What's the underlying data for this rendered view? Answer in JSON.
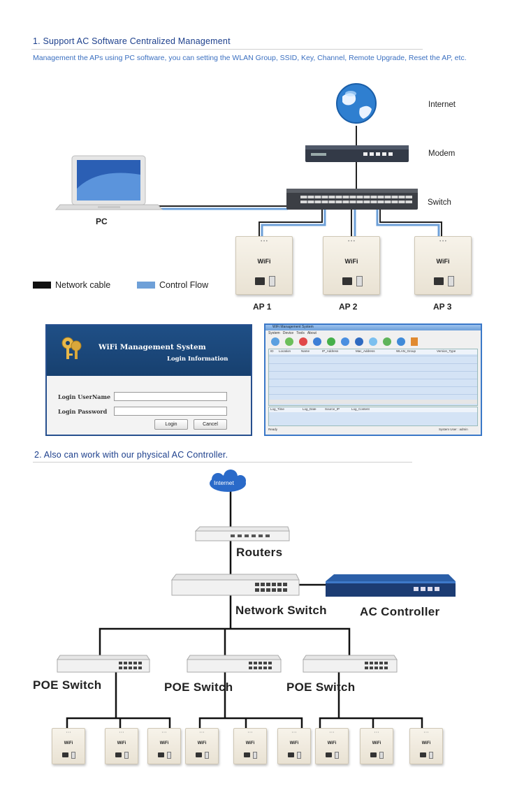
{
  "section1": {
    "heading": "1. Support AC Software Centralized Management",
    "subtext": "Management the APs using PC software, you can setting the WLAN Group, SSID, Key, Channel, Remote Upgrade, Reset the AP, etc."
  },
  "diagram1": {
    "internet": "Internet",
    "modem": "Modem",
    "switch": "Switch",
    "pc": "PC",
    "legend_cable": "Network cable",
    "legend_flow": "Control Flow",
    "aps": [
      "AP 1",
      "AP 2",
      "AP 3"
    ],
    "ap_plate_text": "WiFi",
    "colors": {
      "cable": "#111111",
      "control_flow": "#6ea0d8"
    }
  },
  "login_window": {
    "title": "WiFi Management System",
    "subtitle": "Login Information",
    "username_label": "Login UserName",
    "password_label": "Login  Password",
    "login_button": "Login",
    "cancel_button": "Cancel"
  },
  "mgmt_window": {
    "title": "WiFi Management System",
    "menu": [
      "System",
      "Device",
      "Tools",
      "About"
    ],
    "columns": [
      "ID",
      "Location",
      "Name",
      "IP_Address",
      "Mac_Address",
      "WLAN_Group",
      "Version_Type"
    ],
    "log_columns": [
      "Log_Time",
      "Log_Date",
      "Source_IP",
      "Log_Content"
    ],
    "status_left": "Ready",
    "status_right": "System User : admin"
  },
  "section2": {
    "heading": "2. Also can work with our physical AC Controller."
  },
  "diagram2": {
    "internet": "Internet",
    "routers": "Routers",
    "network_switch": "Network Switch",
    "ac_controller": "AC Controller",
    "poe_switches": [
      "POE Switch",
      "POE Switch",
      "POE Switch"
    ],
    "ap_plate_text": "WiFi"
  }
}
